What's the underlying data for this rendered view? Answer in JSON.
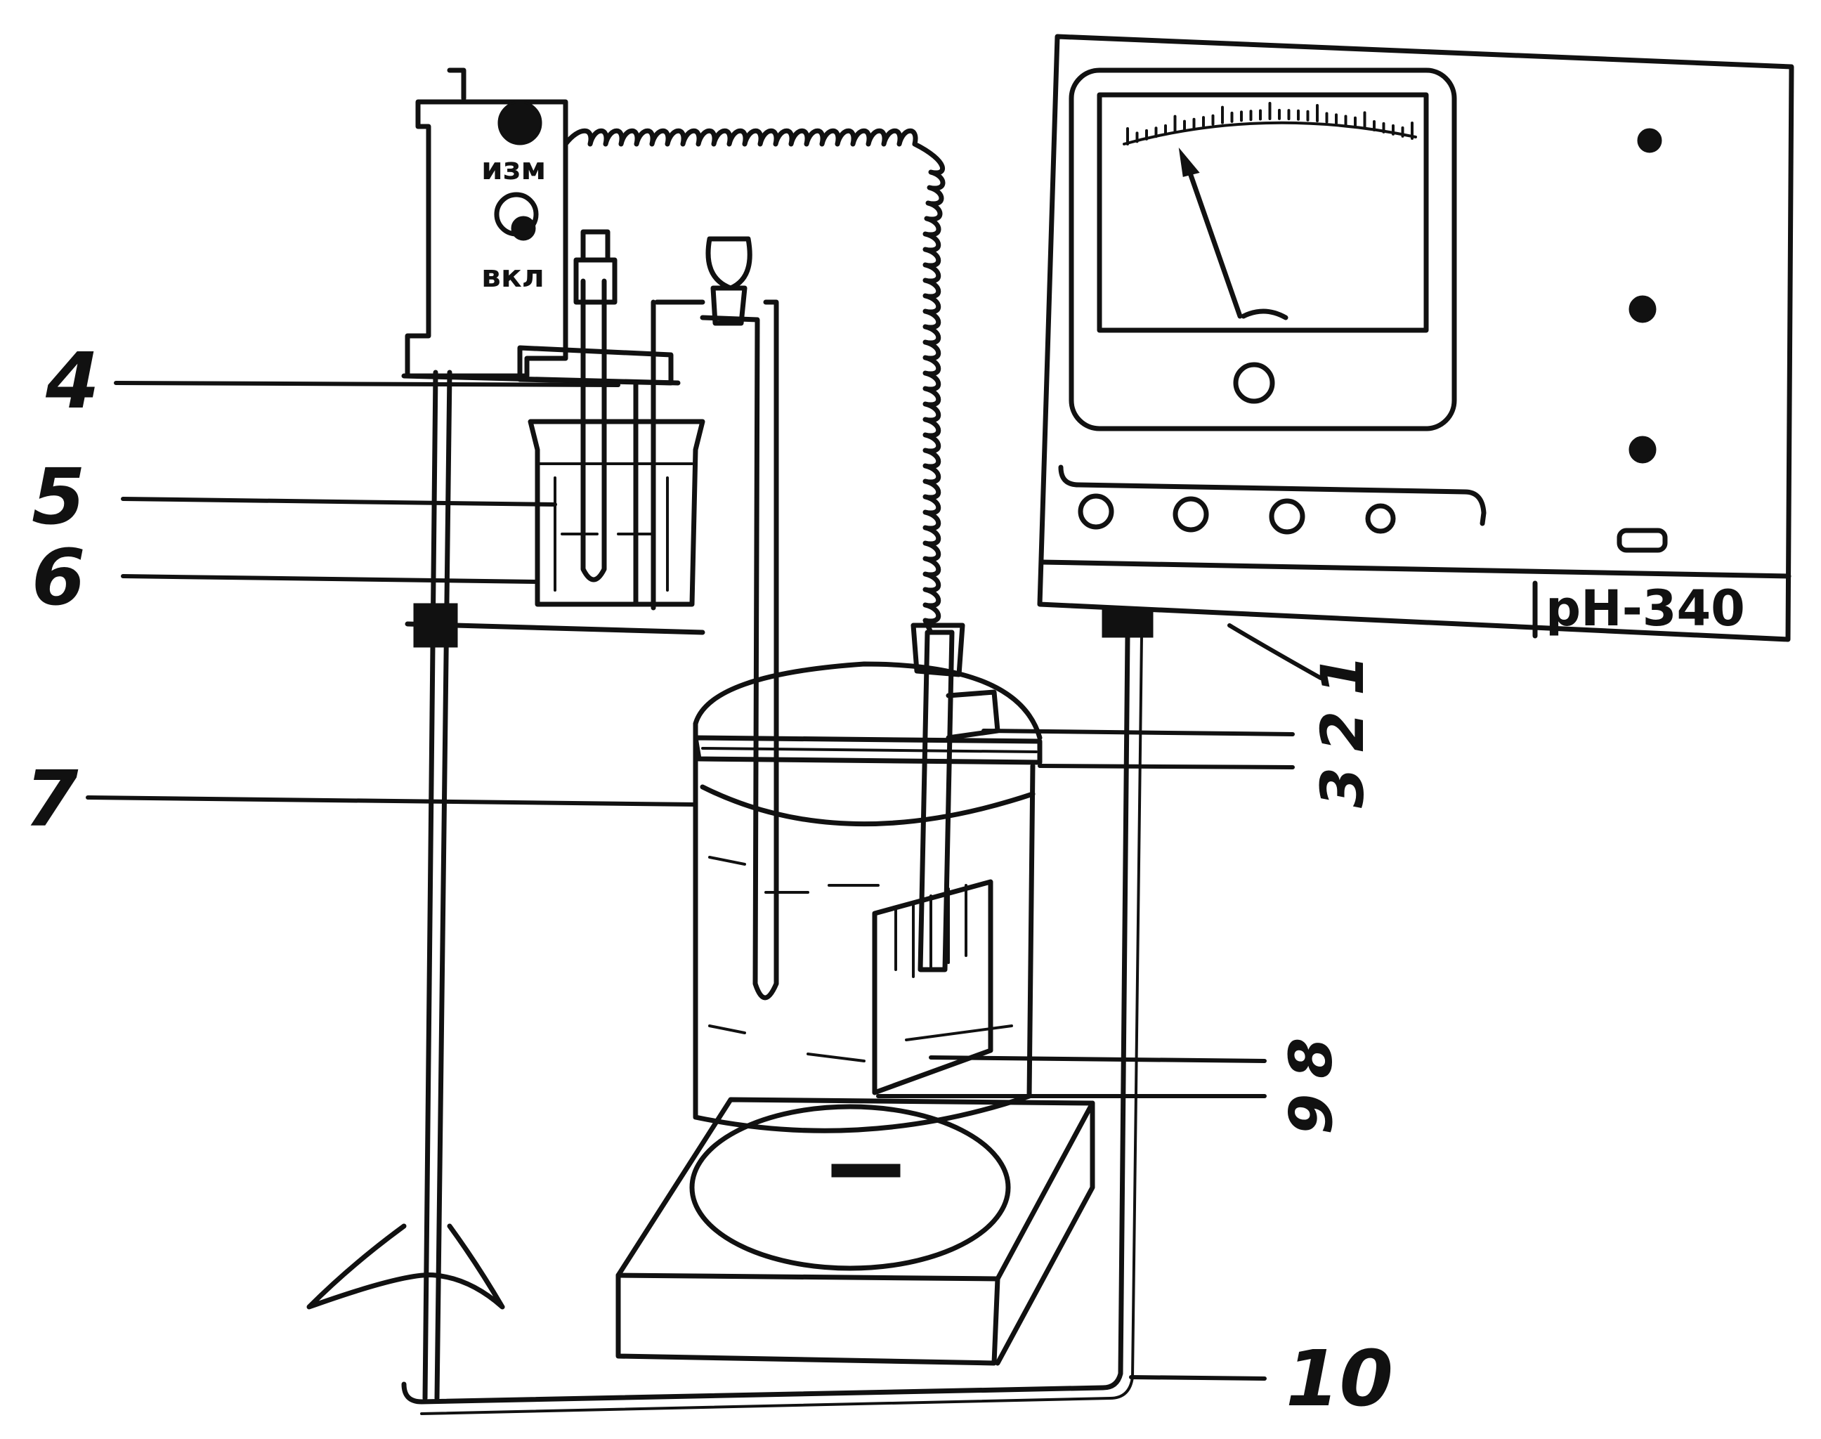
{
  "meter": {
    "model": "pH-340"
  },
  "switch_box": {
    "label_top": "изм",
    "label_bottom": "вкл"
  },
  "callouts": {
    "c1": "1",
    "c2": "2",
    "c3": "3",
    "c4": "4",
    "c5": "5",
    "c6": "6",
    "c7": "7",
    "c8": "8",
    "c9": "9",
    "c10": "10"
  },
  "colors": {
    "ink": "#111111",
    "paper": "#ffffff"
  }
}
